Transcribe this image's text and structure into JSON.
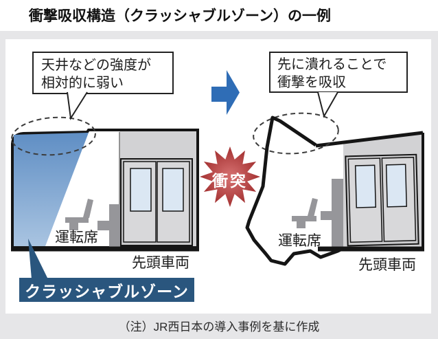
{
  "title": "衝撃吸収構造（クラッシャブルゾーン）の一例",
  "note": "（注）JR西日本の導入事例を基に作成",
  "collision_badge": "衝突",
  "panels": {
    "before": {
      "callout_line1": "天井などの強度が",
      "callout_line2": "相対的に弱い",
      "driver_seat": "運転席",
      "car": "先頭車両",
      "zone": "クラッシャブルゾーン"
    },
    "after": {
      "callout_line1": "先に潰れることで",
      "callout_line2": "衝撃を吸収",
      "driver_seat": "運転席",
      "car": "先頭車両"
    }
  },
  "colors": {
    "transition_arrow": "#2f6db6",
    "zone_top": "#5f8ec4",
    "zone_bottom": "#a9c4e1",
    "zone_label_bg": "#2a567e",
    "burst_center": "#cf6868",
    "burst_edge": "#9e2a2a",
    "train_body_gray": "#d2d2d4",
    "window_blue": "#dbe7f3",
    "outline_black": "#151515"
  }
}
